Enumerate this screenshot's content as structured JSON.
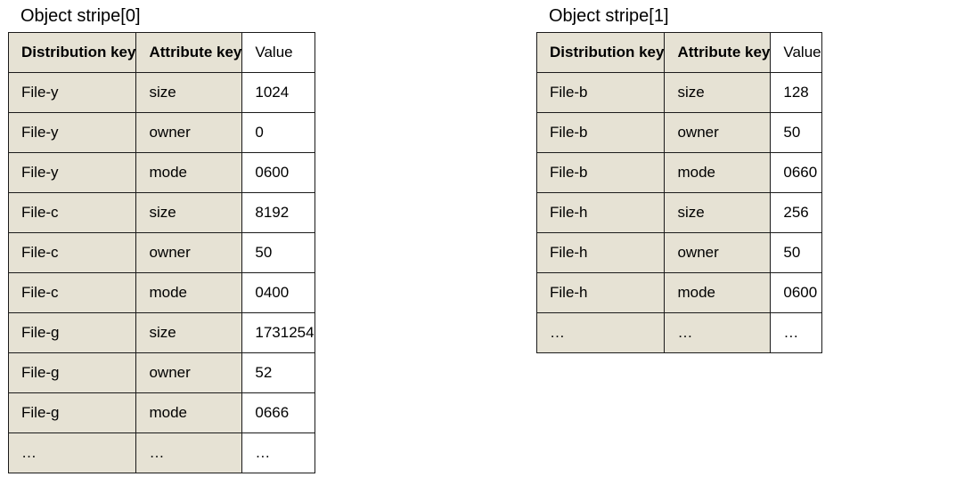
{
  "colors": {
    "key_column_fill": "#e6e2d4",
    "value_column_fill": "#ffffff",
    "border": "#1a1a1a"
  },
  "stripes": [
    {
      "caption": "Object stripe[0]",
      "headers": [
        "Distribution key",
        "Attribute key",
        "Value"
      ],
      "rows": [
        [
          "File-y",
          "size",
          "1024"
        ],
        [
          "File-y",
          "owner",
          "0"
        ],
        [
          "File-y",
          "mode",
          "0600"
        ],
        [
          "File-c",
          "size",
          "8192"
        ],
        [
          "File-c",
          "owner",
          "50"
        ],
        [
          "File-c",
          "mode",
          "0400"
        ],
        [
          "File-g",
          "size",
          "1731254"
        ],
        [
          "File-g",
          "owner",
          "52"
        ],
        [
          "File-g",
          "mode",
          "0666"
        ],
        [
          "…",
          "…",
          "…"
        ]
      ]
    },
    {
      "caption": "Object stripe[1]",
      "headers": [
        "Distribution key",
        "Attribute key",
        "Value"
      ],
      "rows": [
        [
          "File-b",
          "size",
          "128"
        ],
        [
          "File-b",
          "owner",
          "50"
        ],
        [
          "File-b",
          "mode",
          "0660"
        ],
        [
          "File-h",
          "size",
          "256"
        ],
        [
          "File-h",
          "owner",
          "50"
        ],
        [
          "File-h",
          "mode",
          "0600"
        ],
        [
          "…",
          "…",
          "…"
        ]
      ]
    }
  ]
}
